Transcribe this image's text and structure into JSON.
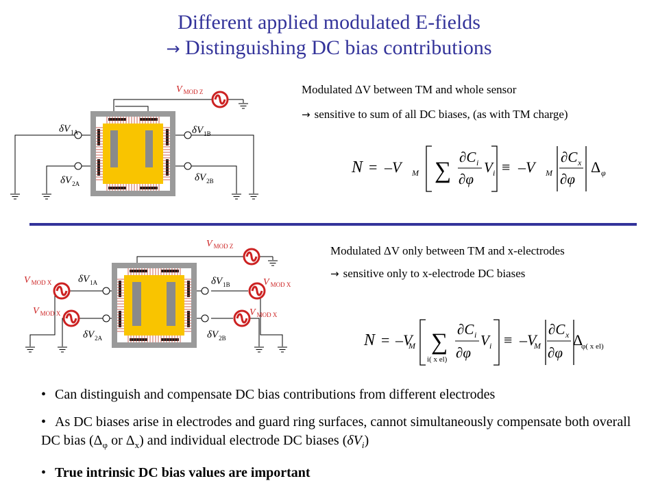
{
  "title": {
    "line1": "Different applied modulated E-fields",
    "line2_arrow": "",
    "line2": "Distinguishing DC bias contributions"
  },
  "colors": {
    "title": "#33339a",
    "tm": "#f9c400",
    "housing": "#9a9a9a",
    "electrode": "#1a1a1a",
    "field_lines": "#c0392b",
    "source": "#cc2222",
    "source_label": "#cc2222"
  },
  "top": {
    "labels": {
      "vmodz": "V",
      "vmodz_sub": "MOD Z",
      "dv1a": "δV",
      "dv1a_sub": "1A",
      "dv2a": "δV",
      "dv2a_sub": "2A",
      "dv1b": "δV",
      "dv1b_sub": "1B",
      "dv2b": "δV",
      "dv2b_sub": "2B"
    },
    "description": "Modulated ΔV between TM and whole sensor",
    "arrow": "",
    "consequence": "sensitive to sum of all DC biases, (as with TM charge)",
    "equation": {
      "N": "N",
      "eq": "=",
      "minus_V": "–V",
      "M": "M",
      "sum": "∑",
      "dC": "∂C",
      "i": "i",
      "dphi": "∂φ",
      "V": "V",
      "equiv": "≡",
      "dCx": "∂C",
      "x": "x",
      "delta": "Δ",
      "phi": "φ"
    }
  },
  "bottom": {
    "labels": {
      "vmodz": "V",
      "vmodz_sub": "MOD Z",
      "vmodx": "V",
      "vmodx_sub": "MOD X",
      "dv1a": "δV",
      "dv1a_sub": "1A",
      "dv2a": "δV",
      "dv2a_sub": "2A",
      "dv1b": "δV",
      "dv1b_sub": "1B",
      "dv2b": "δV",
      "dv2b_sub": "2B"
    },
    "description": "Modulated ΔV only between TM and x-electrodes",
    "arrow": "",
    "consequence": "sensitive only to x-electrode DC biases",
    "equation": {
      "N": "N",
      "eq": "=",
      "minus_V": "–V",
      "M": "M",
      "sum": "∑",
      "sum_sub": "i( x el)",
      "dC": "∂C",
      "i": "i",
      "dphi": "∂φ",
      "V": "V",
      "equiv": "≡",
      "dCx": "∂C",
      "x": "x",
      "delta": "Δ",
      "delta_sub": "φ( x el)"
    }
  },
  "bullets": [
    {
      "text": "Can distinguish and compensate DC bias contributions from different electrodes"
    },
    {
      "text_a": "As DC biases arise in electrodes and guard ring surfaces, cannot simultaneously compensate both overall DC bias (",
      "delta": "Δ",
      "phi": "φ",
      "or": " or ",
      "x": "x",
      "text_b": ") and individual electrode DC biases (",
      "dVi": "δV",
      "i": "i",
      "close": ")"
    },
    {
      "text": "True intrinsic DC bias values are important"
    }
  ],
  "bullet_symbol": "•"
}
